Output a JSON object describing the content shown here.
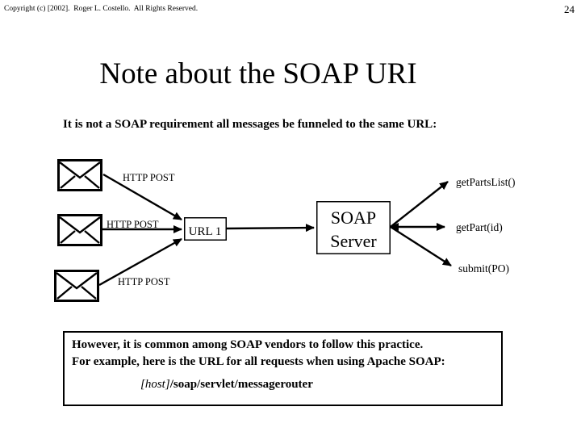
{
  "slide": {
    "copyright": "Copyright (c) [2002].  Roger L. Costello.  All Rights Reserved.",
    "page_number": "24",
    "title": "Note about the SOAP URI",
    "subtitle": "It is not a SOAP requirement all messages be funneled to the same URL:"
  },
  "diagram": {
    "http_post_labels": [
      "HTTP POST",
      "HTTP POST",
      "HTTP POST"
    ],
    "url_box_label": "URL 1",
    "soap_server_line1": "SOAP",
    "soap_server_line2": "Server",
    "operation_labels": [
      "getPartsList()",
      "getPart(id)",
      "submit(PO)"
    ]
  },
  "note_box": {
    "line1": "However, it is common among SOAP vendors to follow this practice.",
    "line2": "For example, here is the URL for all requests when using Apache SOAP:",
    "url_host": "[host]",
    "url_path": "/soap/servlet/messagerouter"
  },
  "colors": {
    "ink": "#000000",
    "paper": "#ffffff"
  }
}
